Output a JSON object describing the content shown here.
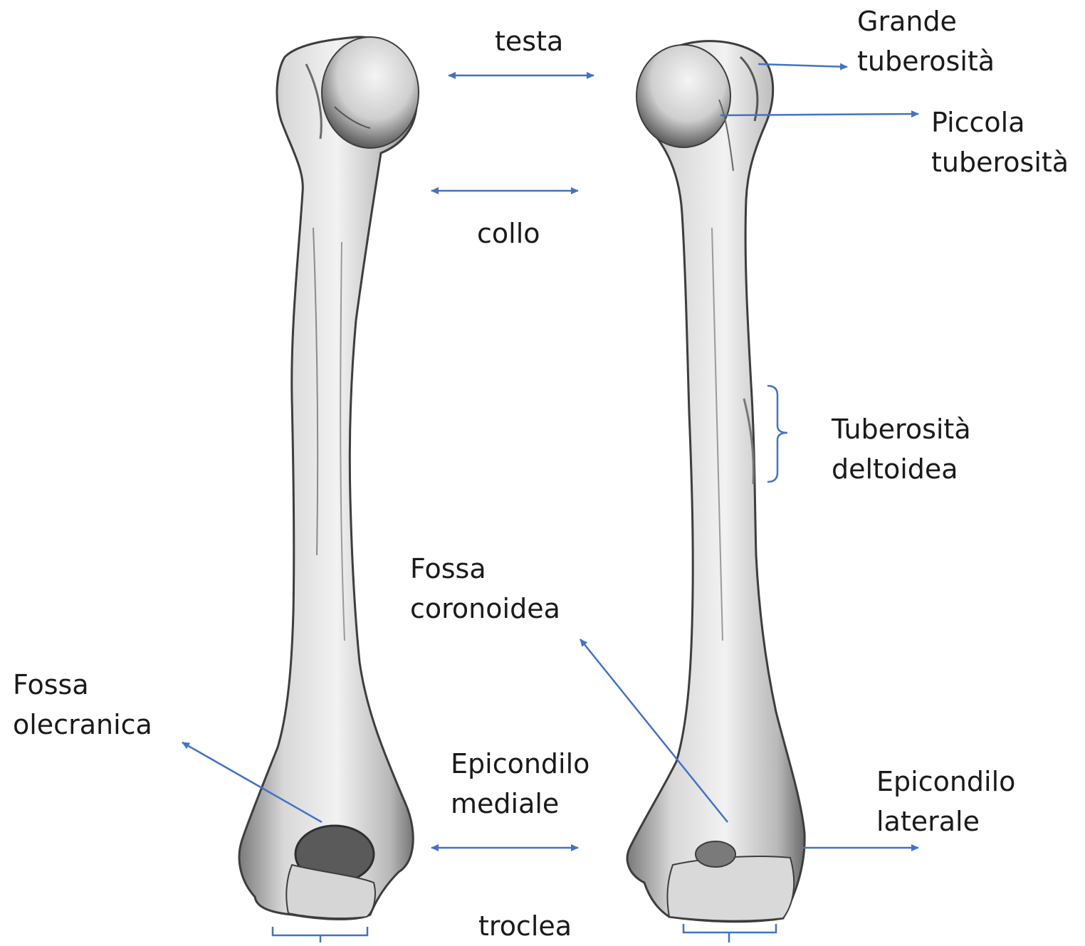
{
  "figure": {
    "views": [
      "posterior-view",
      "anterior-view"
    ],
    "colors": {
      "annotation": "#4472C4",
      "bone_light": "#e9e9e9",
      "bone_mid": "#bdbdbd",
      "bone_dark": "#4a4a4a",
      "text": "#1a1a1a"
    },
    "labels": {
      "testa": "testa",
      "collo": "collo",
      "grande_tuberosita": [
        "Grande",
        "tuberosità"
      ],
      "piccola_tuberosita": [
        "Piccola",
        "tuberosità"
      ],
      "tuberosita_deltoidea": [
        "Tuberosità",
        "deltoidea"
      ],
      "fossa_coronoidea": [
        "Fossa",
        "coronoidea"
      ],
      "fossa_olecranica": [
        "Fossa",
        "olecranica"
      ],
      "epicondilo_mediale": [
        "Epicondilo",
        "mediale"
      ],
      "epicondilo_laterale": [
        "Epicondilo",
        "laterale"
      ],
      "troclea": "troclea"
    }
  }
}
